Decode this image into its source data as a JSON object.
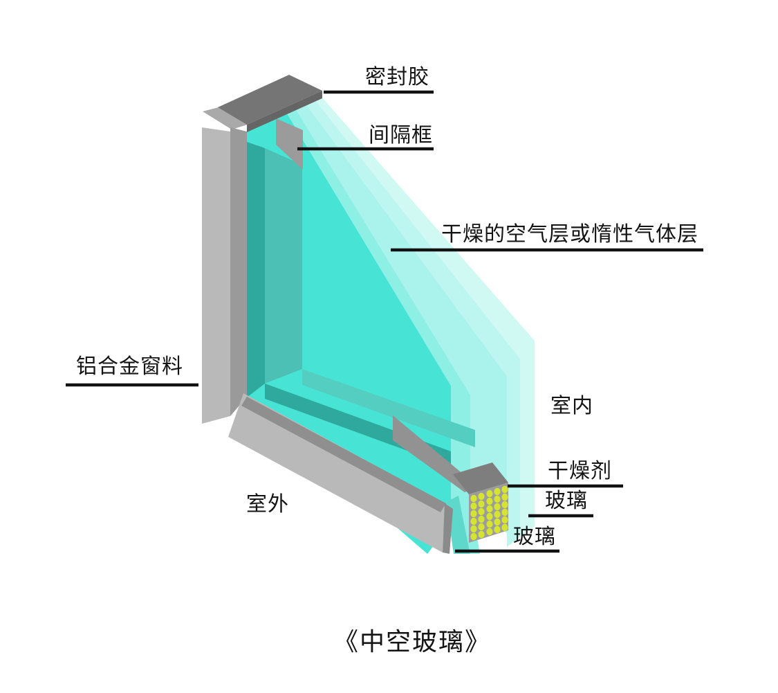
{
  "title": "《中空玻璃》",
  "labels": {
    "sealant": "密封胶",
    "spacer": "间隔框",
    "air_layer": "干燥的空气层或惰性气体层",
    "aluminum_frame": "铝合金窗料",
    "indoor": "室内",
    "outdoor": "室外",
    "desiccant": "干燥剂",
    "glass_inner": "玻璃",
    "glass_outer": "玻璃"
  },
  "palette": {
    "glass_bright": "#47E4D5",
    "glass_medium": "#8EEFE5",
    "glass_light": "#AAF3EC",
    "glass_lighter": "#BDF6F0",
    "glass_lightest": "#D0F9F4",
    "glass_bevel": "#4DC0B5",
    "glass_dark_edge": "#2FA99E",
    "frame_gray": "#B9B9B9",
    "frame_gray_dark": "#9A9A9A",
    "frame_gray_deep": "#8A8A8A",
    "sealant_gray": "#757575",
    "spacer_gray": "#9B9B9B",
    "desiccant_dot_yellow": "#D5E432",
    "leader_line_black": "#121212"
  }
}
